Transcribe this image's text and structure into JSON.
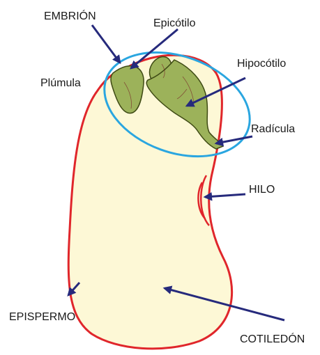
{
  "labels": {
    "embrion": "EMBRIÓN",
    "epicotilo": "Epicótilo",
    "plumula": "Plúmula",
    "hipocotilo": "Hipocótilo",
    "radicula": "Radícula",
    "hilo": "HILO",
    "epispermo": "EPISPERMO",
    "cotiledon": "COTILEDÓN"
  },
  "colors": {
    "arrow": "#262a7c",
    "seed_outline": "#e0262b",
    "seed_fill": "#fdf8d6",
    "embryo_ellipse": "#2aa6e0",
    "embryo_fill": "#9cb25a",
    "embryo_outline": "#3e4a14"
  }
}
